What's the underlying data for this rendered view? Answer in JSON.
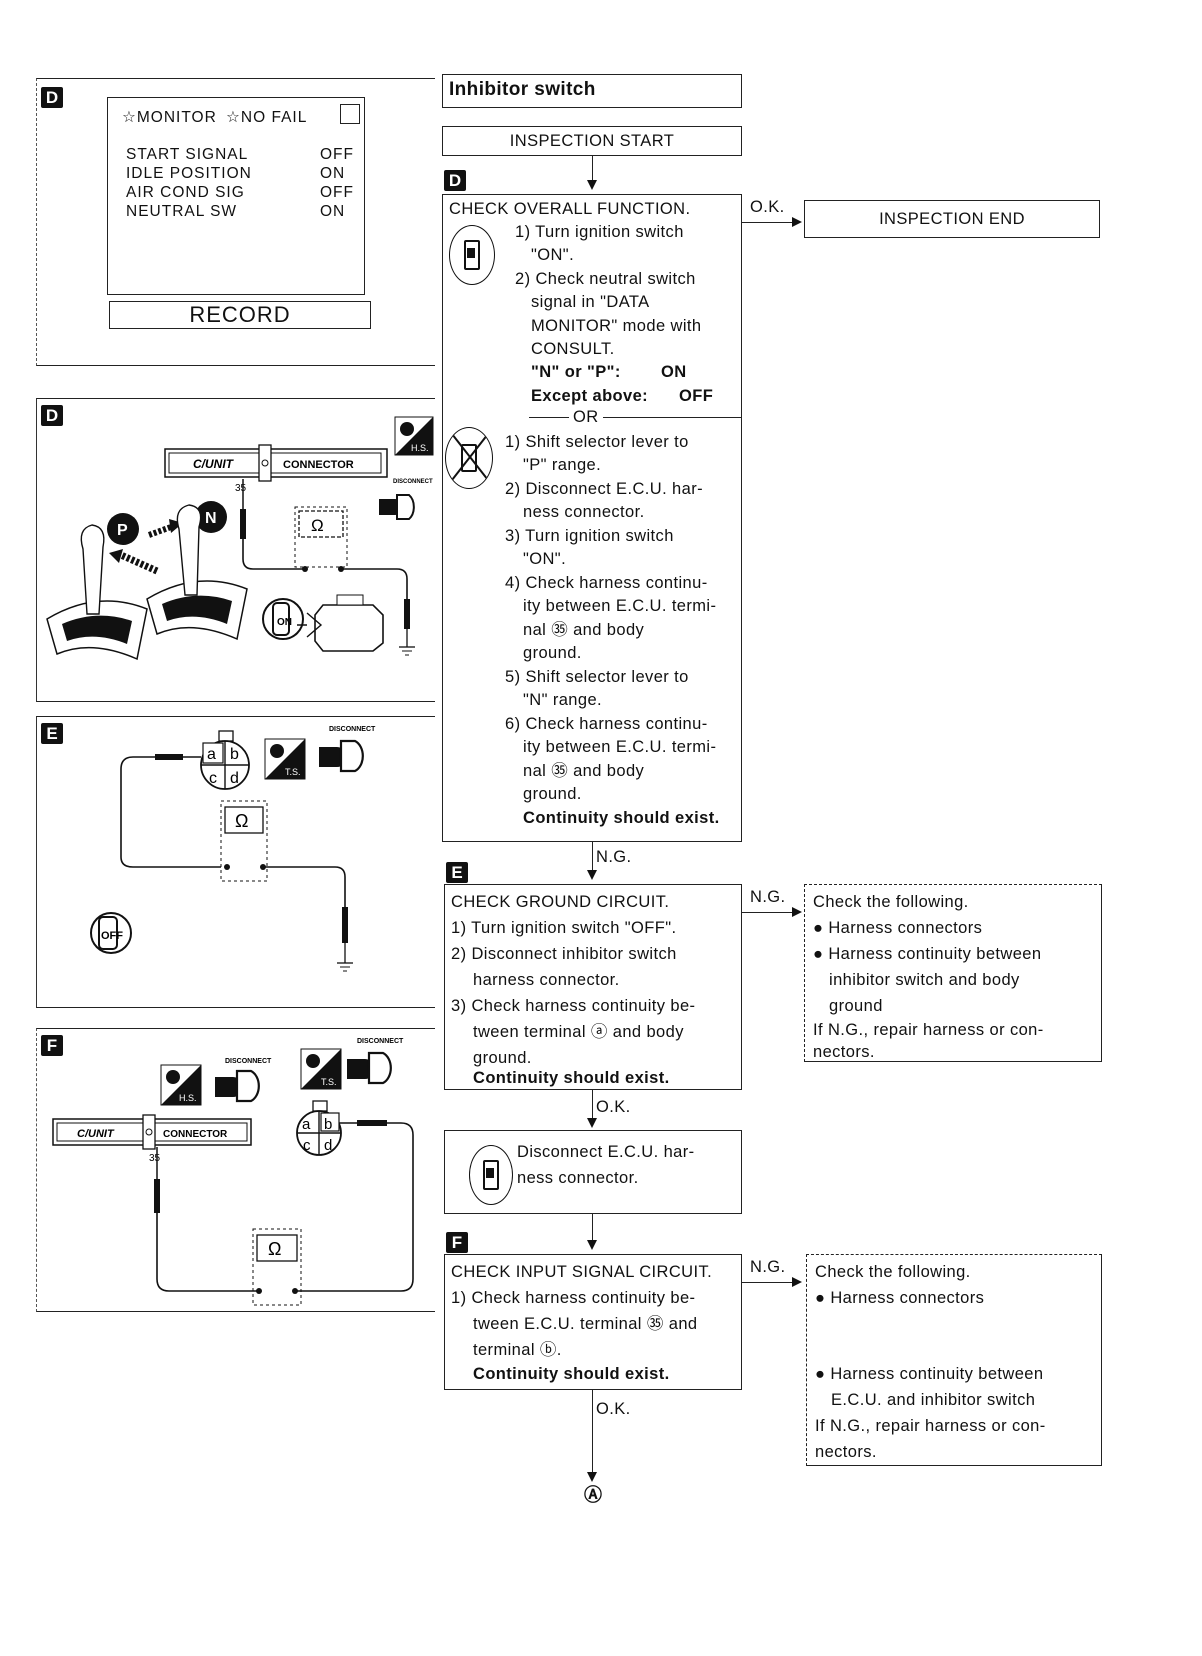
{
  "title": "Inhibitor switch",
  "start": "INSPECTION START",
  "end": "INSPECTION END",
  "tags": {
    "d": "D",
    "e": "E",
    "f": "F"
  },
  "monitor": {
    "header_left": "☆MONITOR",
    "header_right": "☆NO FAIL",
    "rows": [
      {
        "label": "START SIGNAL",
        "value": "OFF"
      },
      {
        "label": "IDLE POSITION",
        "value": "ON"
      },
      {
        "label": "AIR COND SIG",
        "value": "OFF"
      },
      {
        "label": "NEUTRAL SW",
        "value": "ON"
      }
    ],
    "record": "RECORD"
  },
  "fig_d": {
    "cunit": "C/UNIT",
    "connector": "CONNECTOR",
    "pin": "35",
    "hs": "H.S.",
    "disconnect": "DISCONNECT",
    "ohm": "Ω",
    "p": "P",
    "n": "N",
    "on": "ON"
  },
  "fig_e": {
    "a": "a",
    "b": "b",
    "c": "c",
    "d": "d",
    "ts": "T.S.",
    "disconnect": "DISCONNECT",
    "ohm": "Ω",
    "off": "OFF"
  },
  "fig_f": {
    "cunit": "C/UNIT",
    "connector": "CONNECTOR",
    "pin": "35",
    "hs": "H.S.",
    "ts": "T.S.",
    "disconnect1": "DISCONNECT",
    "disconnect2": "DISCONNECT",
    "a": "a",
    "b": "b",
    "c": "c",
    "d": "d",
    "ohm": "Ω"
  },
  "step1": {
    "heading": "CHECK OVERALL FUNCTION.",
    "lines": [
      "1) Turn ignition switch",
      "\"ON\".",
      "2) Check neutral switch",
      "signal in \"DATA",
      "MONITOR\" mode with",
      "CONSULT."
    ],
    "np_label": "\"N\" or \"P\":",
    "np_value": "ON",
    "ex_label": "Except above:",
    "ex_value": "OFF",
    "or": "OR",
    "lines2": [
      "1) Shift selector lever to",
      "\"P\" range.",
      "2) Disconnect E.C.U. har-",
      "ness connector.",
      "3) Turn ignition switch",
      "\"ON\".",
      "4) Check harness continu-",
      "ity between E.C.U. termi-",
      "nal ㉟ and body",
      "ground.",
      "5) Shift selector lever to",
      "\"N\" range.",
      "6) Check harness continu-",
      "ity between E.C.U. termi-",
      "nal ㉟ and body",
      "ground."
    ],
    "should": "Continuity should exist."
  },
  "labels": {
    "ok1": "O.K.",
    "ng1": "N.G.",
    "ng2": "N.G.",
    "ok2": "O.K.",
    "ng3": "N.G.",
    "ok3": "O.K.",
    "final": "Ⓐ"
  },
  "step2": {
    "heading": "CHECK GROUND CIRCUIT.",
    "lines": [
      "1) Turn ignition switch \"OFF\".",
      "2) Disconnect inhibitor switch",
      "harness connector.",
      "3) Check harness continuity be-",
      "tween terminal ⓐ and body",
      "ground."
    ],
    "should": "Continuity should exist."
  },
  "check2": {
    "lines": [
      "Check the following.",
      "● Harness connectors",
      "● Harness continuity between",
      "inhibitor switch and body",
      "ground",
      "If N.G., repair harness or con-",
      "nectors."
    ]
  },
  "step3": {
    "lines": [
      "Disconnect E.C.U. har-",
      "ness connector."
    ]
  },
  "step4": {
    "heading": "CHECK INPUT SIGNAL CIRCUIT.",
    "lines": [
      "1) Check harness continuity be-",
      "tween E.C.U. terminal ㉟ and",
      "terminal ⓑ."
    ],
    "should": "Continuity should exist."
  },
  "check4": {
    "lines": [
      "Check the following.",
      "● Harness connectors",
      "● Harness continuity between",
      "E.C.U. and inhibitor switch",
      "If N.G., repair harness or con-",
      "nectors."
    ]
  }
}
